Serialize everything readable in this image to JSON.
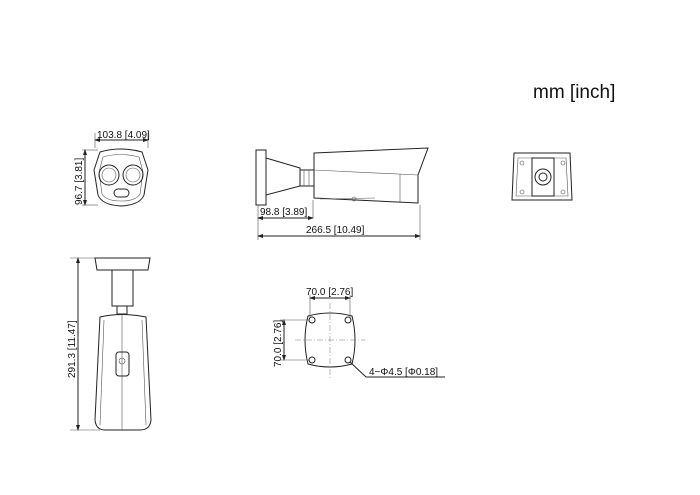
{
  "units_label": "mm [inch]",
  "front_view": {
    "width_dim": "103.8 [4.09]",
    "height_dim": "96.7 [3.81]"
  },
  "side_view": {
    "bracket_dim": "98.8 [3.89]",
    "length_dim": "266.5 [10.49]"
  },
  "bottom_view": {
    "height_dim": "291.3 [11.47]"
  },
  "mount_plate": {
    "width_dim": "70.0 [2.76]",
    "height_dim": "70.0 [2.76]",
    "hole_dim": "4−Φ4.5 [Φ0.18]"
  }
}
